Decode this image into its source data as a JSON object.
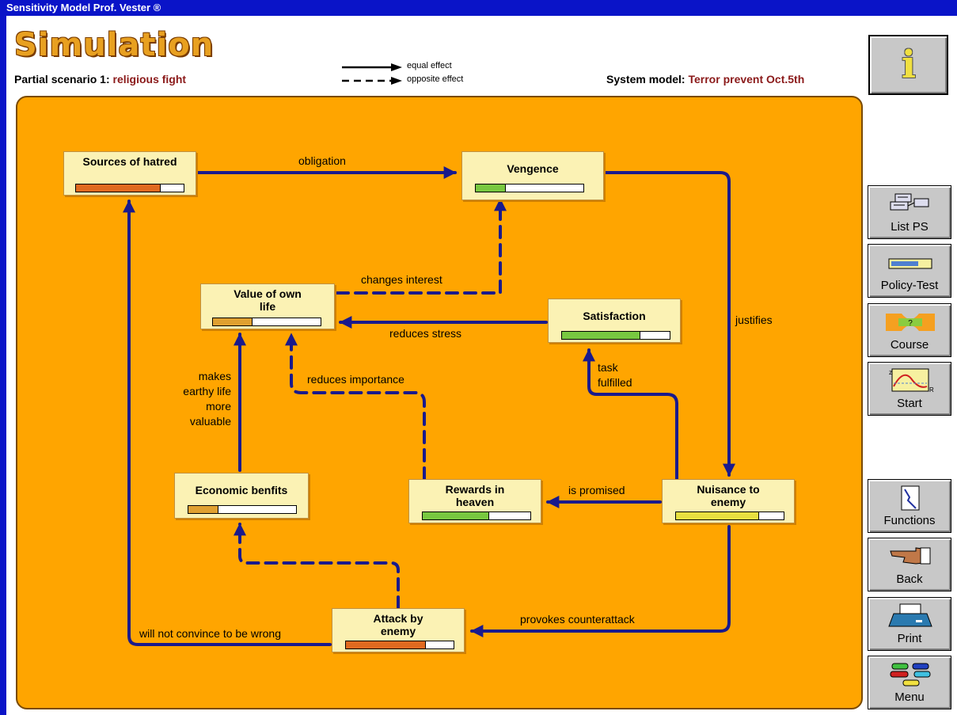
{
  "window": {
    "title": "Sensitivity Model Prof. Vester ®"
  },
  "header": {
    "title": "Simulation",
    "scenario_label": "Partial scenario 1:",
    "scenario_value": "religious fight",
    "system_label": "System model:",
    "system_value": "Terror prevent Oct.5th"
  },
  "legend": {
    "equal": "equal effect",
    "opposite": "opposite effect"
  },
  "nodes": [
    {
      "id": "sources-of-hatred",
      "label": "Sources of hatred",
      "level": 0.79,
      "color": "#e06a20"
    },
    {
      "id": "vengence",
      "label": "Vengence",
      "level": 0.28,
      "color": "#78c840"
    },
    {
      "id": "value-of-own-life",
      "label": "Value of own life",
      "level": 0.37,
      "color": "#e0a030"
    },
    {
      "id": "satisfaction",
      "label": "Satisfaction",
      "level": 0.73,
      "color": "#78c840"
    },
    {
      "id": "economic-benfits",
      "label": "Economic benfits",
      "level": 0.28,
      "color": "#e0a030"
    },
    {
      "id": "rewards-in-heaven",
      "label": "Rewards in heaven",
      "level": 0.62,
      "color": "#78c840"
    },
    {
      "id": "nuisance-to-enemy",
      "label": "Nuisance to enemy",
      "level": 0.77,
      "color": "#e8e040"
    },
    {
      "id": "attack-by-enemy",
      "label": "Attack by enemy",
      "level": 0.74,
      "color": "#e06a20"
    }
  ],
  "edges": {
    "obligation": "obligation",
    "justifies": "justifies",
    "changes_interest": "changes interest",
    "reduces_stress": "reduces stress",
    "task_fulfilled": "task fulfilled",
    "reduces_importance": "reduces importance",
    "makes_valuable": "makes earthy life more valuable",
    "is_promised": "is promised",
    "provokes_counterattack": "provokes counterattack",
    "will_not_convince": "will not convince to be wrong"
  },
  "sidebar": {
    "list_ps": "List PS",
    "policy_test": "Policy-Test",
    "course": "Course",
    "start": "Start",
    "functions": "Functions",
    "back": "Back",
    "print": "Print",
    "menu": "Menu"
  },
  "colors": {
    "arrow": "#1a1a8c",
    "canvas": "#ffa500",
    "node_bg": "#fbf2b4"
  }
}
